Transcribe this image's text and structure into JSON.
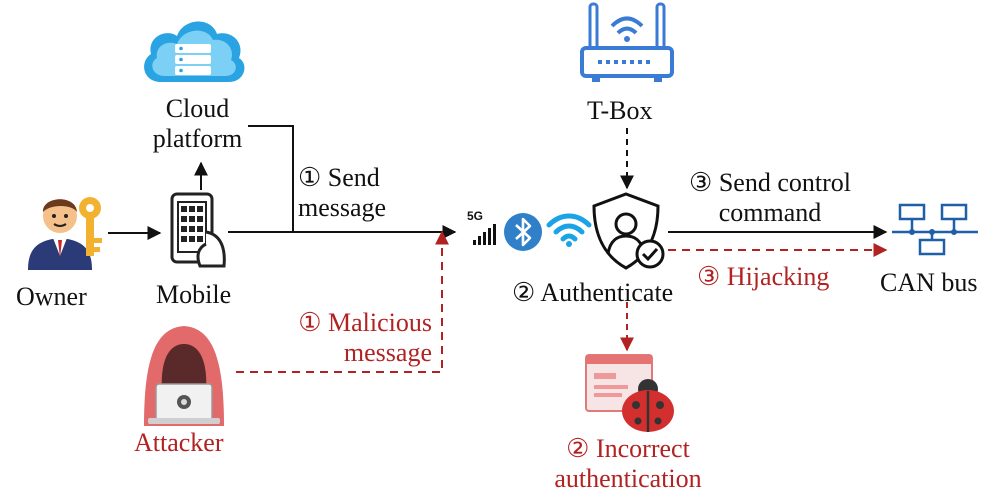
{
  "colors": {
    "normal": "#111111",
    "attack": "#b22222",
    "accent": "#2f80c9",
    "wifi": "#1aa3e6"
  },
  "nodes": {
    "cloud": {
      "line1": "Cloud",
      "line2": "platform",
      "icon": "cloud-server-icon"
    },
    "owner": {
      "label": "Owner",
      "icon": "businessman-key-icon"
    },
    "mobile": {
      "label": "Mobile",
      "icon": "smartphone-hand-icon"
    },
    "attacker": {
      "label": "Attacker",
      "icon": "hooded-hacker-icon"
    },
    "tbox": {
      "label": "T-Box",
      "icon": "router-icon"
    },
    "auth": {
      "label": "② Authenticate",
      "icon": "user-shield-check-icon"
    },
    "canbus": {
      "label": "CAN bus",
      "icon": "network-bus-icon"
    },
    "bug": {
      "line1": "② Incorrect",
      "line2": "authentication",
      "icon": "ladybug-browser-icon"
    }
  },
  "edges": {
    "send": {
      "line1": "① Send",
      "line2": "message"
    },
    "malicious": {
      "line1": "① Malicious",
      "line2": "message"
    },
    "control": {
      "line1": "③ Send control",
      "line2": "command"
    },
    "hijack": {
      "label": "③ Hijacking"
    }
  },
  "signals": {
    "fiveg": "5G",
    "icons": [
      "5g-signal-icon",
      "bluetooth-icon",
      "wifi-icon"
    ]
  }
}
